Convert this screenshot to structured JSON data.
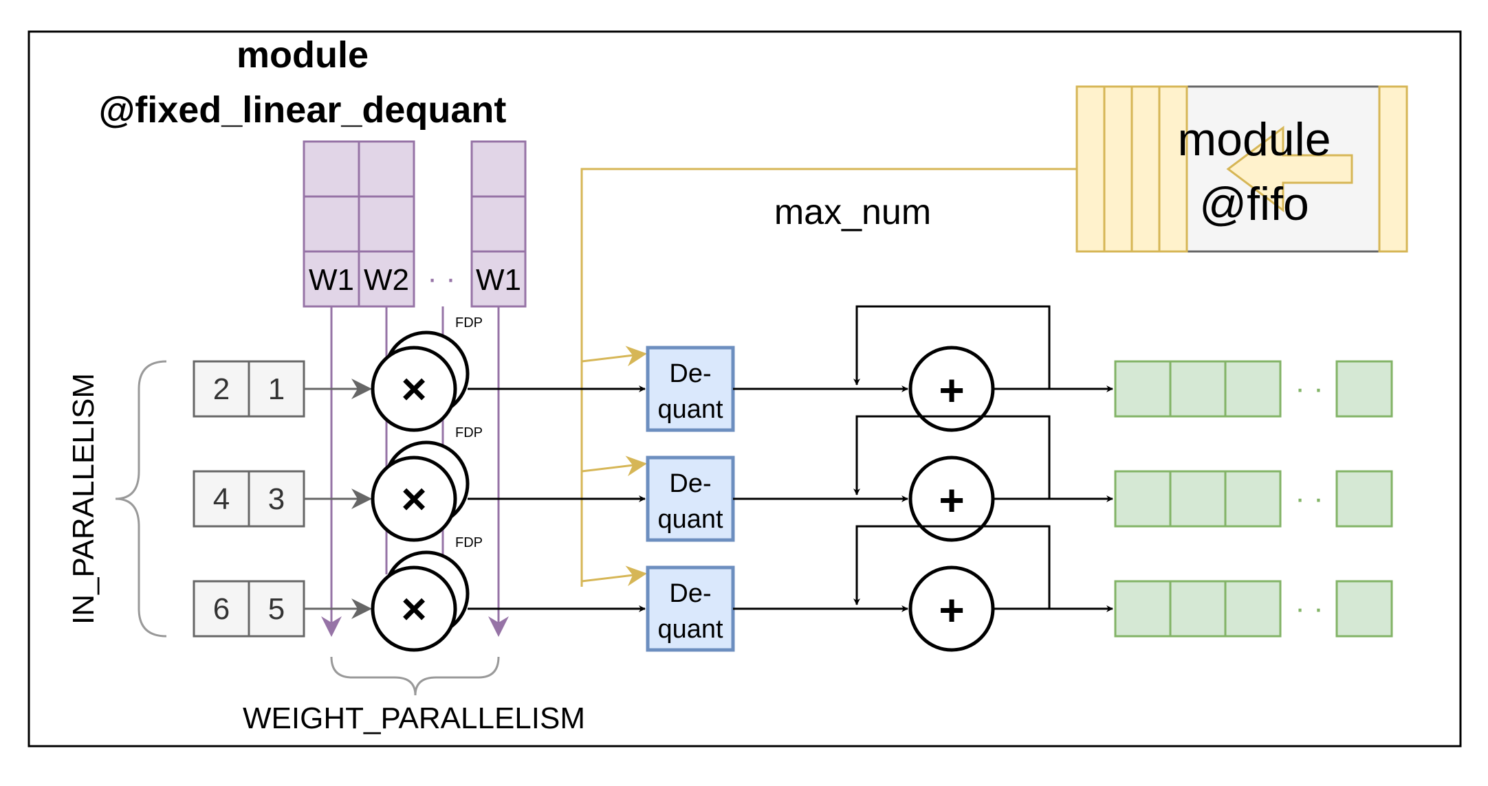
{
  "title": {
    "line1": "module",
    "line2": "@fixed_linear_dequant"
  },
  "fifo": {
    "line1": "module",
    "line2": "@fifo"
  },
  "max_num_label": "max_num",
  "weight_columns": [
    "W1",
    "W2",
    "W1"
  ],
  "weight_ellipsis": "· ·",
  "fdp_label": "FDP",
  "input_rows": [
    [
      "2",
      "1"
    ],
    [
      "4",
      "3"
    ],
    [
      "6",
      "5"
    ]
  ],
  "multiply_symbol": "×",
  "add_symbol": "+",
  "dequant_label": {
    "line1": "De-",
    "line2": "quant"
  },
  "output_ellipsis": "· ·",
  "in_parallelism_label": "IN_PARALLELISM",
  "weight_parallelism_label": "WEIGHT_PARALLELISM",
  "colors": {
    "weight_fill": "#e1d5e7",
    "weight_stroke": "#9673a6",
    "fifo_fill": "#fff2cc",
    "fifo_stroke": "#d6b656",
    "dequant_fill": "#dae8fc",
    "dequant_stroke": "#6c8ebf",
    "output_fill": "#d5e8d4",
    "output_stroke": "#82b366",
    "input_fill": "#f5f5f5",
    "input_stroke": "#666666"
  }
}
